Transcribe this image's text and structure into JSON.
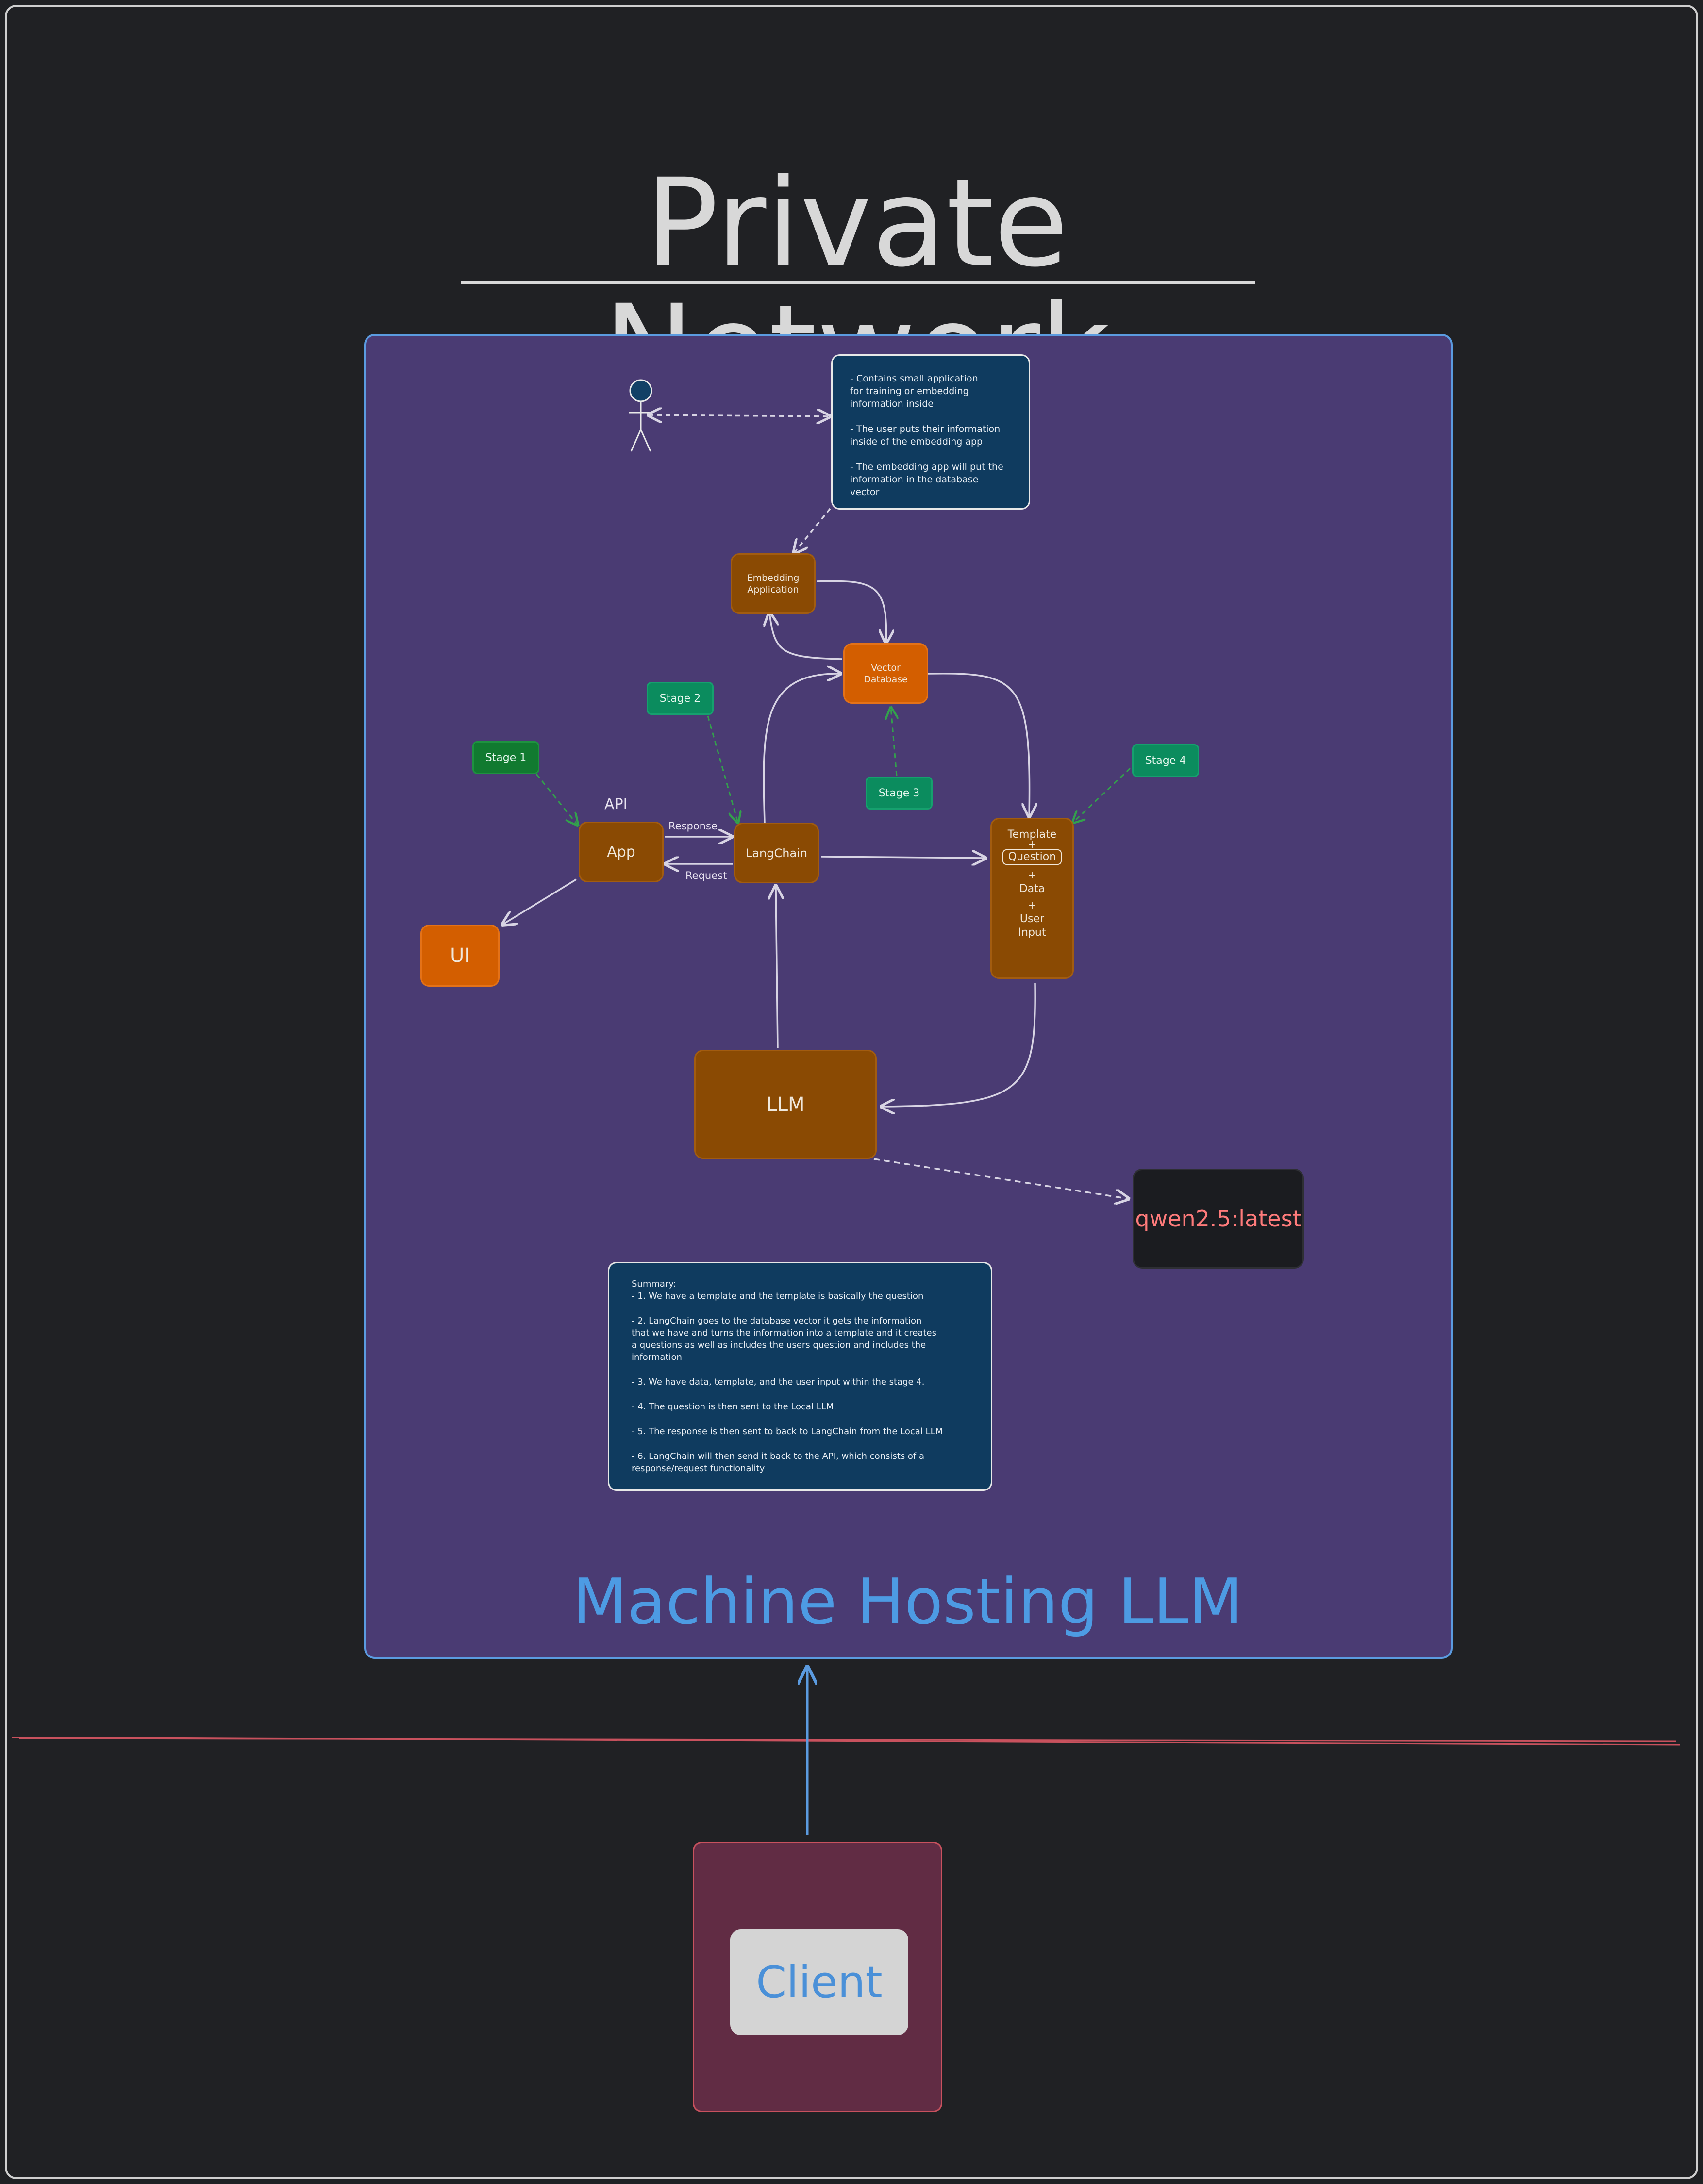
{
  "title": "Private Network",
  "machine_label": "Machine Hosting LLM",
  "nodes": {
    "embedding_app": {
      "line1": "Embedding",
      "line2": "Application"
    },
    "vector_db": {
      "line1": "Vector",
      "line2": "Database"
    },
    "app": "App",
    "api": "API",
    "langchain": "LangChain",
    "ui": "UI",
    "llm": "LLM",
    "model": "qwen2.5:latest",
    "client": "Client",
    "template": {
      "t1": "Template",
      "t2": "+",
      "question": "Question",
      "t3": "+",
      "t4": "Data",
      "t5": "+",
      "t6": "User",
      "t7": "Input"
    }
  },
  "stages": {
    "s1": "Stage 1",
    "s2": "Stage 2",
    "s3": "Stage 3",
    "s4": "Stage 4"
  },
  "edge_labels": {
    "response": "Response",
    "request": "Request"
  },
  "info_note": [
    [
      "- Contains small application",
      "for training or embedding",
      "information inside"
    ],
    [
      "- The user puts their information",
      "inside of the embedding app"
    ],
    [
      "- The embedding app will put the",
      "information in the database",
      "vector"
    ]
  ],
  "summary_note": [
    [
      "Summary:",
      "- 1. We have a template and the template is basically the question"
    ],
    [
      "- 2. LangChain goes to the database vector it gets the information",
      "that we have and turns the information into a template and it creates",
      "a questions as well as includes the users question and includes the",
      "information"
    ],
    [
      "- 3. We have data, template, and the user input within the stage 4."
    ],
    [
      "- 4. The question is then sent to the Local LLM."
    ],
    [
      "- 5. The response is then sent to back to LangChain from the Local LLM"
    ],
    [
      "- 6. LangChain will then send it back to the API, which consists of a",
      "response/request functionality"
    ]
  ],
  "colors": {
    "background": "#202124",
    "machine_fill": "#4a3b73",
    "machine_border": "#5b9be0",
    "node_orange": "#8a4a03",
    "node_orange_bright": "#d35e00",
    "stage_green": "#0b8c5e",
    "note_fill": "#0f3b5f",
    "client_fill": "#612c44",
    "boundary_line": "#c9525e"
  }
}
